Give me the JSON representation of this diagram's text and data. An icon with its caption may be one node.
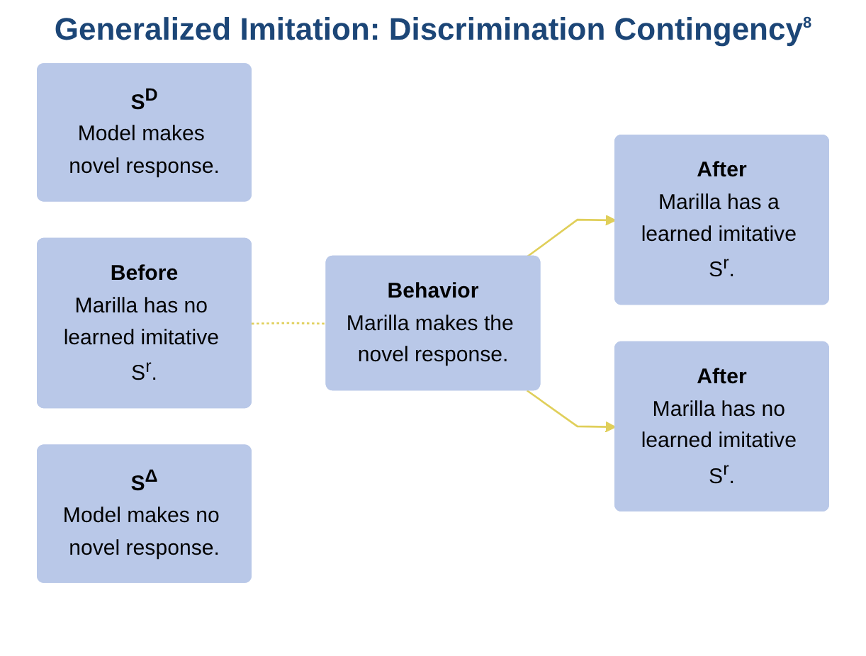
{
  "diagram": {
    "title": "Generalized Imitation: Discrimination Contingency$^{8}$",
    "nodes": [
      {
        "text": [
          "S$^{D}$",
          "Model makes novel response."
        ]
      },
      {
        "text": [
          "After",
          "Marilla has a learned imitative S$^{r}$."
        ]
      },
      {
        "text": [
          "Before",
          "Marilla has no learned imitative S$^{r}$."
        ]
      },
      {
        "text": [
          "Behavior",
          "Marilla makes the novel response."
        ]
      },
      {
        "text": [
          "S$^{Δ}$",
          "Model makes no novel response."
        ]
      },
      {
        "text": [
          "After",
          "Marilla has no learned imitative S$^{r}$."
        ]
      }
    ],
    "edges": [
      {
        "from": 2,
        "to": 3,
        "arrow": "none",
        "style": "dashed"
      },
      {
        "from": 3,
        "to": 1,
        "arrow": "to"
      },
      {
        "from": 3,
        "to": 5,
        "arrow": "to"
      }
    ]
  }
}
